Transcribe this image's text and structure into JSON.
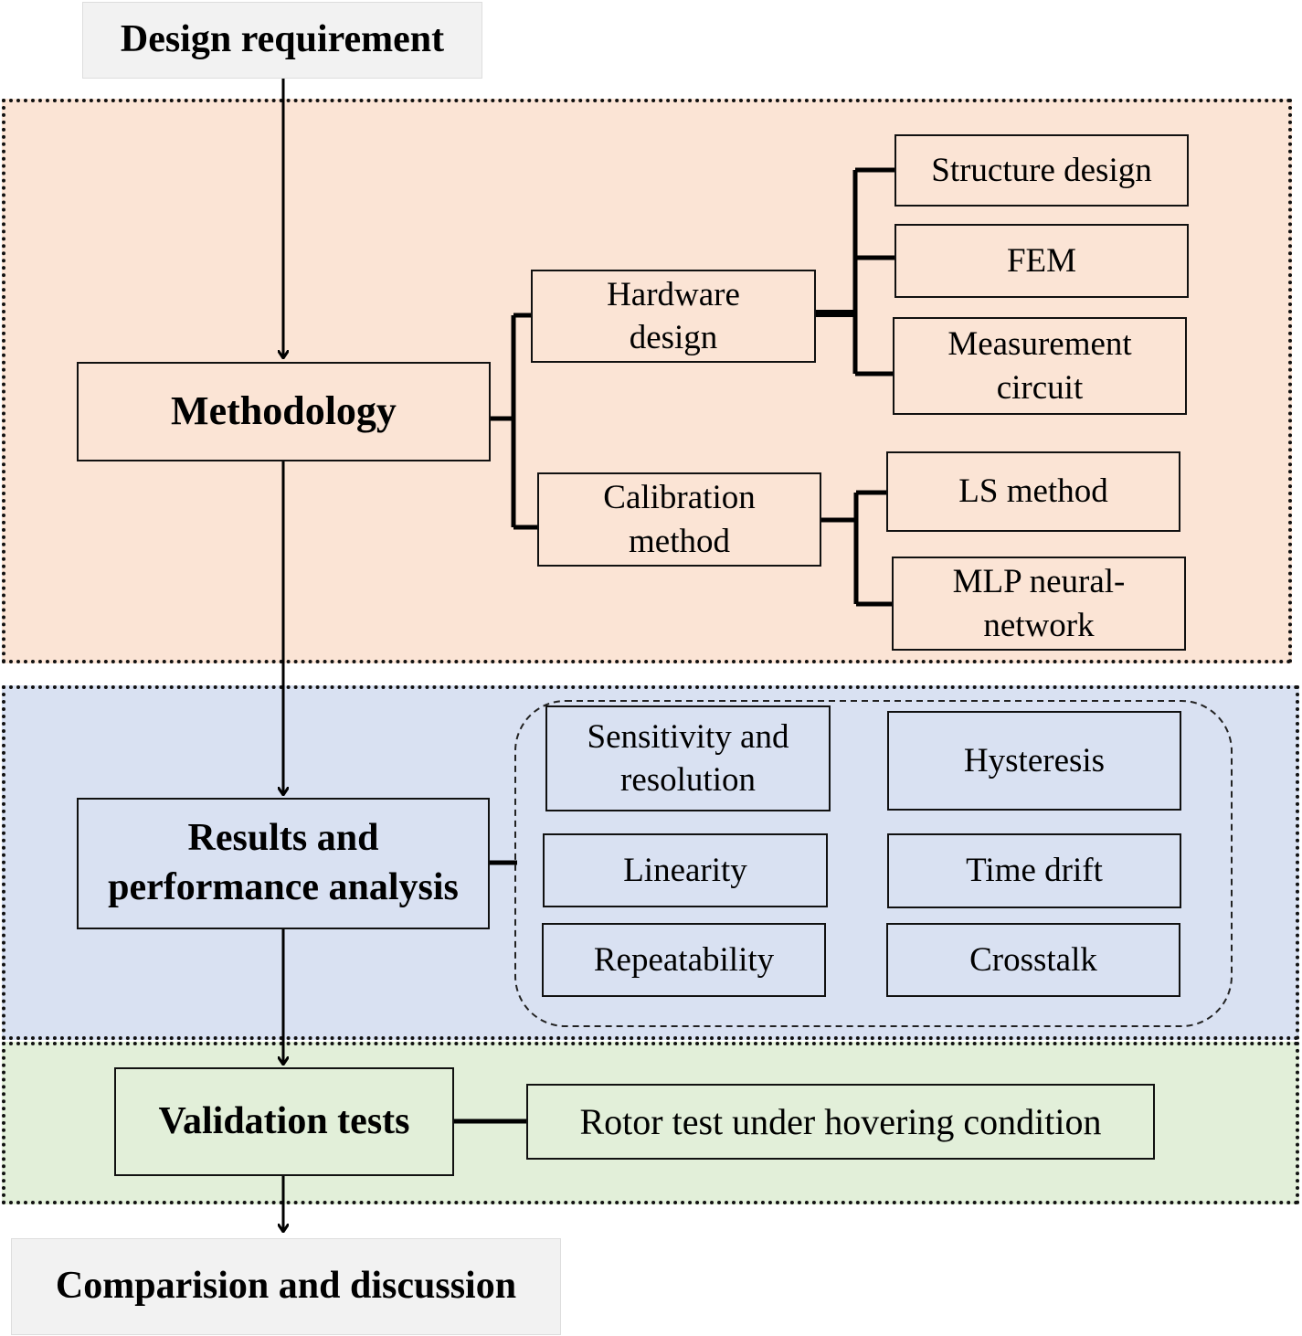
{
  "top": {
    "label": "Design requirement"
  },
  "bottom": {
    "label": "Comparision and discussion"
  },
  "methodology": {
    "label": "Methodology",
    "hardware": {
      "label": "Hardware\ndesign",
      "items": [
        "Structure design",
        "FEM",
        "Measurement\ncircuit"
      ]
    },
    "calibration": {
      "label": "Calibration\nmethod",
      "items": [
        "LS method",
        "MLP neural-\nnetwork"
      ]
    }
  },
  "results": {
    "label": "Results and\nperformance analysis",
    "items": [
      "Sensitivity and\nresolution",
      "Hysteresis",
      "Linearity",
      "Time drift",
      "Repeatability",
      "Crosstalk"
    ]
  },
  "validation": {
    "label": "Validation tests",
    "item": "Rotor test under hovering condition"
  },
  "colors": {
    "methodology_region": "#fbe4d5",
    "results_region": "#d9e1f2",
    "validation_region": "#e2efd9",
    "terminal_box": "#f2f2f2"
  }
}
